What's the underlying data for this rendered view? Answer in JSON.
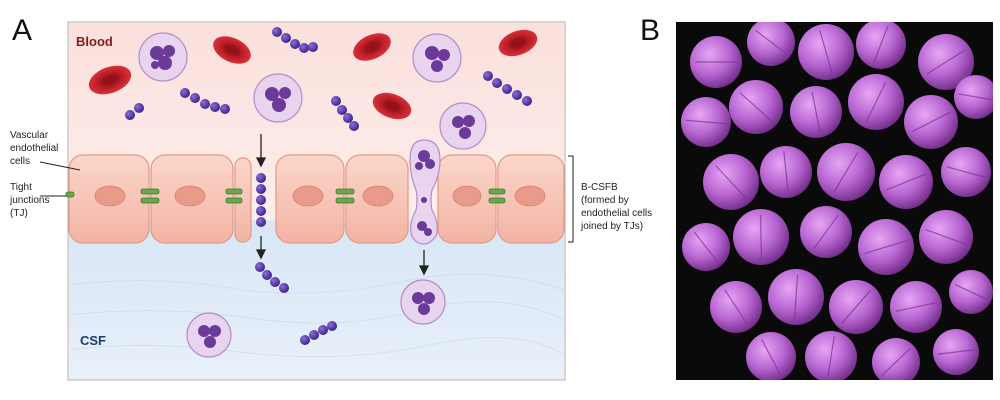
{
  "panel_a": {
    "letter": "A",
    "blood_label": "Blood",
    "csf_label": "CSF",
    "endothelial_label": [
      "Vascular",
      "endothelial",
      "cells"
    ],
    "tj_label": [
      "Tight",
      "junctions",
      "(TJ)"
    ],
    "bcsfb_label": [
      "B-CSFB",
      "(formed by",
      "endothelial cells",
      "joined by TJs)"
    ]
  },
  "panel_b": {
    "letter": "B"
  },
  "colors": {
    "blood_bg": "#fbe3df",
    "csf_bg": "#dde9f7",
    "cell_fill": "#f7c6b8",
    "nucleus": "#e99a88",
    "tight_junction": "#6aa84f",
    "rbc": "#c0202a",
    "bacteria": "#4b2aa3",
    "neutrophil": "#e8d4ef",
    "neutrophil_nucleus": "#6b3a9b",
    "blood_text": "#8b1a1a",
    "csf_text": "#1f3b73",
    "micrograph_bg": "#0a0a0a",
    "cocci": "#c070d8"
  }
}
